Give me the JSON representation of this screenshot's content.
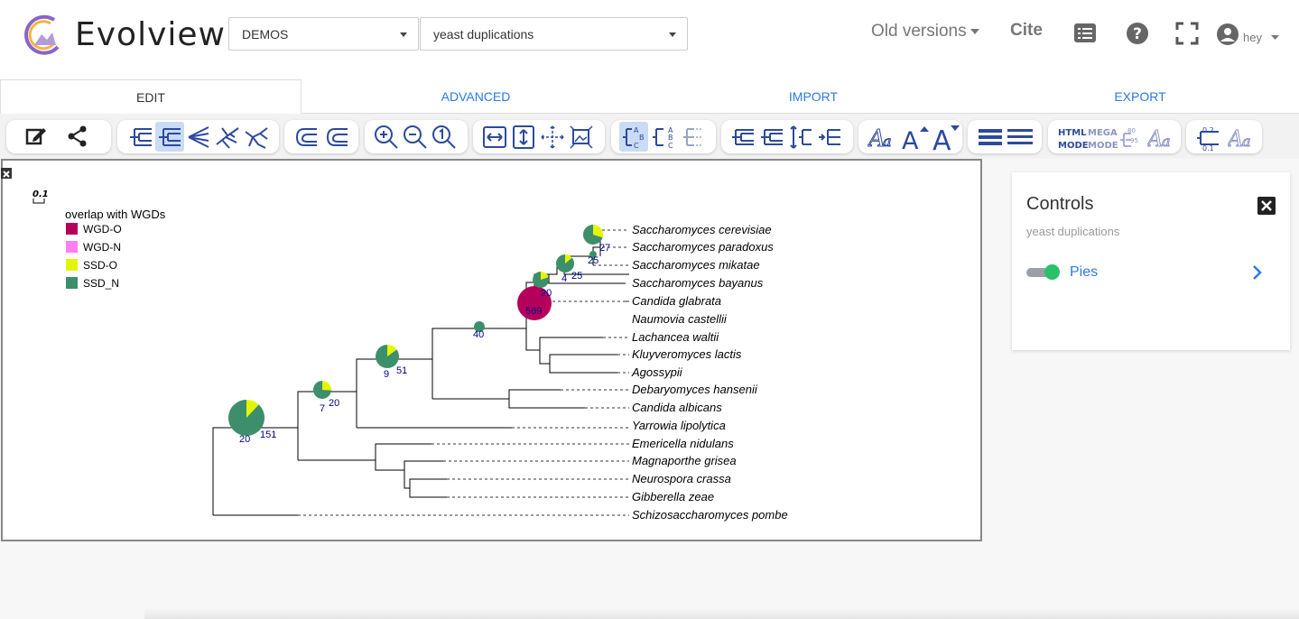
{
  "header": {
    "brand": "Evolview",
    "project_select": "DEMOS",
    "tree_select": "yeast duplications",
    "old_versions": "Old versions",
    "cite": "Cite",
    "user": "hey"
  },
  "tabs": [
    {
      "label": "EDIT",
      "active": true
    },
    {
      "label": "ADVANCED",
      "active": false
    },
    {
      "label": "IMPORT",
      "active": false
    },
    {
      "label": "EXPORT",
      "active": false
    }
  ],
  "toolbar": {
    "groups": [
      {
        "name": "edit-share",
        "icons": [
          "edit-icon",
          "share-icon"
        ]
      },
      {
        "name": "layout",
        "icons": [
          "rect-tree-icon",
          "slanted-tree-icon",
          "circular-tree-icon",
          "radial-tree-icon",
          "unrooted-tree-icon"
        ]
      },
      {
        "name": "branch-style",
        "icons": [
          "curved-branch-icon",
          "curved-branch-alt-icon"
        ]
      },
      {
        "name": "zoom",
        "icons": [
          "zoom-in-icon",
          "zoom-out-icon",
          "zoom-reset-icon"
        ]
      },
      {
        "name": "size",
        "icons": [
          "expand-horizontal-icon",
          "expand-vertical-icon",
          "fit-screen-icon",
          "fit-image-icon"
        ]
      },
      {
        "name": "leaf-label",
        "icons": [
          "align-leaf-right-icon",
          "align-leaf-left-icon",
          "hide-leaf-icon"
        ]
      },
      {
        "name": "node-order",
        "icons": [
          "sort-ascending-icon",
          "sort-descending-icon",
          "expand-nodes-icon",
          "collapse-nodes-icon"
        ]
      },
      {
        "name": "font",
        "icons": [
          "font-style-icon",
          "font-larger-icon",
          "font-smaller-icon"
        ]
      },
      {
        "name": "line-width",
        "icons": [
          "line-thick-icon",
          "line-thin-icon"
        ]
      },
      {
        "name": "mode",
        "icons": [
          "html-mode-icon",
          "mega-mode-icon",
          "bootstrap-icon",
          "font-italic-icon"
        ]
      },
      {
        "name": "branch-length",
        "icons": [
          "branch-length-icon",
          "branch-label-font-icon"
        ]
      }
    ],
    "mode_labels": {
      "html": "HTML",
      "mode": "MODE",
      "mega": "MEGA",
      "mega_mode": "MODE",
      "bootstrap_hi": "80",
      "bootstrap_lo": "95",
      "branch_hi": "0.2",
      "branch_lo": "0.1"
    }
  },
  "canvas": {
    "scale_label": "0.1",
    "legend": {
      "title": "overlap with WGDs",
      "items": [
        {
          "label": "WGD-O",
          "color": "#b5005b"
        },
        {
          "label": "WGD-N",
          "color": "#ff7ef0"
        },
        {
          "label": "SSD-O",
          "color": "#e5f500"
        },
        {
          "label": "SSD_N",
          "color": "#3d8f6b"
        }
      ]
    },
    "leaves": [
      "Saccharomyces cerevisiae",
      "Saccharomyces paradoxus",
      "Saccharomyces mikatae",
      "Saccharomyces bayanus",
      "Candida glabrata",
      "Naumovia castellii",
      "Lachancea waltii",
      "Kluyveromyces lactis",
      "Agossypii",
      "Debaryomyces hansenii",
      "Candida albicans",
      "Yarrowia lipolytica",
      "Emericella nidulans",
      "Magnaporthe grisea",
      "Neurospora crassa",
      "Gibberella zeae",
      "Schizosaccharomyces pombe"
    ],
    "node_labels": [
      {
        "a": "20",
        "b": "151",
        "wgd_o": 0,
        "ssd_o": 0.12,
        "ssd_n": 0.88
      },
      {
        "a": "7",
        "b": "20",
        "wgd_o": 0,
        "ssd_o": 0.26,
        "ssd_n": 0.74
      },
      {
        "a": "9",
        "b": "51",
        "wgd_o": 0,
        "ssd_o": 0.15,
        "ssd_n": 0.85
      },
      {
        "a": "40",
        "b": "",
        "wgd_o": 0,
        "ssd_o": 0,
        "ssd_n": 1
      },
      {
        "a": "569",
        "b": "",
        "wgd_o": 1,
        "ssd_o": 0,
        "ssd_n": 0
      },
      {
        "a": "",
        "b": "20",
        "wgd_o": 0,
        "ssd_o": 0.2,
        "ssd_n": 0.8
      },
      {
        "a": "4",
        "b": "25",
        "wgd_o": 0,
        "ssd_o": 0.14,
        "ssd_n": 0.86
      },
      {
        "a": "",
        "b": "25",
        "wgd_o": 0,
        "ssd_o": 0,
        "ssd_n": 1
      },
      {
        "a": "",
        "b": "27",
        "wgd_o": 0,
        "ssd_o": 0.3,
        "ssd_n": 0.7
      }
    ]
  },
  "controls": {
    "title": "Controls",
    "subtitle": "yeast duplications",
    "layer": "Pies",
    "layer_enabled": true
  }
}
